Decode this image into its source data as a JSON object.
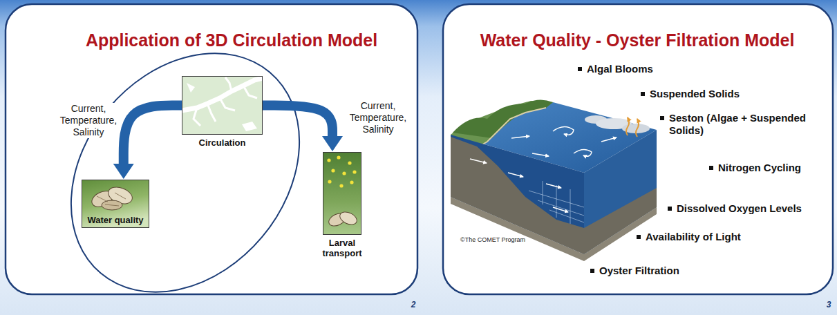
{
  "diagram": {
    "nodes": [
      {
        "text": [
          "Circulation"
        ]
      },
      {
        "text": [
          "Water quality"
        ]
      },
      {
        "text": [
          "Larval transport"
        ]
      }
    ],
    "edges": [
      {
        "from": 0,
        "to": 1,
        "arrow": "to",
        "label": "Current, Temperature, Salinity"
      },
      {
        "from": 0,
        "to": 2,
        "arrow": "to",
        "label": "Current, Temperature, Salinity"
      }
    ],
    "labels": [
      "Application of 3D Circulation Model",
      "2",
      "Water Quality - Oyster Filtration Model",
      "Algal Blooms",
      "Suspended Solids",
      "Seston (Algae + Suspended Solids)",
      "Nitrogen Cycling",
      "Dissolved Oxygen Levels",
      "Availability of Light",
      "Oyster Filtration",
      "©The COMET Program",
      "3"
    ]
  }
}
